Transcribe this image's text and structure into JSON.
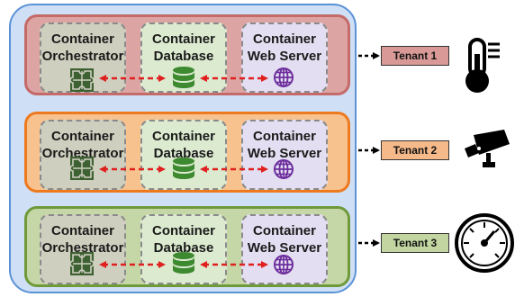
{
  "rows": [
    {
      "boxes": [
        {
          "line1": "Container",
          "line2": "Orchestrator",
          "icon": "puzzle-icon"
        },
        {
          "line1": "Container",
          "line2": "Database",
          "icon": "database-icon"
        },
        {
          "line1": "Container",
          "line2": "Web Server",
          "icon": "globe-icon"
        }
      ],
      "tenant": "Tenant 1",
      "device": "thermometer-icon",
      "colors": {
        "fill": "#dca5a3",
        "border": "#c46a68",
        "tag": "#d99a97"
      }
    },
    {
      "boxes": [
        {
          "line1": "Container",
          "line2": "Orchestrator",
          "icon": "puzzle-icon"
        },
        {
          "line1": "Container",
          "line2": "Database",
          "icon": "database-icon"
        },
        {
          "line1": "Container",
          "line2": "Web Server",
          "icon": "globe-icon"
        }
      ],
      "tenant": "Tenant 2",
      "device": "security-camera-icon",
      "colors": {
        "fill": "#f8c28f",
        "border": "#ee7a1f",
        "tag": "#f6b98a"
      }
    },
    {
      "boxes": [
        {
          "line1": "Container",
          "line2": "Orchestrator",
          "icon": "puzzle-icon"
        },
        {
          "line1": "Container",
          "line2": "Database",
          "icon": "database-icon"
        },
        {
          "line1": "Container",
          "line2": "Web Server",
          "icon": "globe-icon"
        }
      ],
      "tenant": "Tenant 3",
      "device": "gauge-icon",
      "colors": {
        "fill": "#c6d7a7",
        "border": "#6f9a3a",
        "tag": "#c3d6a2"
      }
    }
  ],
  "box_colors": [
    "#cfcfbf",
    "#dcebd0",
    "#e3def1"
  ],
  "icon_colors": {
    "puzzle": "#3e6133",
    "database": "#3e8a30",
    "globe": "#6c2d9c"
  },
  "arrow_color": "#e01f1f"
}
